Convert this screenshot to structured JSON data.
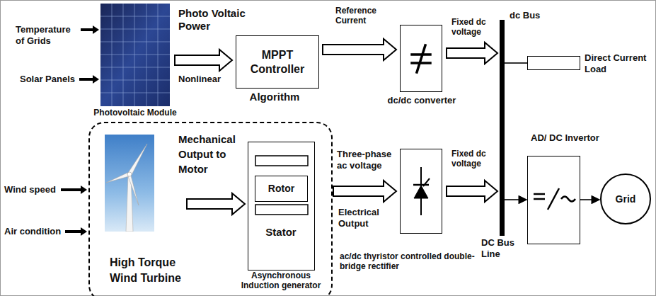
{
  "diagram": {
    "nodes": [
      {
        "text": [
          "Photovoltaic Module"
        ]
      },
      {
        "text": [
          "MPPT Controller",
          "Algorithm"
        ]
      },
      {
        "text": [
          "dc/dc converter"
        ]
      },
      {
        "text": [
          "dc Bus",
          "DC Bus Line"
        ]
      },
      {
        "text": [
          "Direct Current Load"
        ]
      },
      {
        "text": []
      },
      {
        "text": [
          "High Torque Wind Turbine"
        ],
        "in": 5
      },
      {
        "text": [
          "Stator",
          "Asynchronous Induction generator"
        ],
        "in": 5
      },
      {
        "text": [
          "Rotor"
        ],
        "in": 7
      },
      {
        "text": [
          "ac/dc thyristor controlled double-bridge rectifier"
        ]
      },
      {
        "text": [
          "AD/ DC Invertor"
        ]
      },
      {
        "text": [
          "Grid"
        ]
      }
    ],
    "edges": [
      {
        "from": 0,
        "to": 1,
        "arrow": "to",
        "label": "Photo Voltaic Power"
      },
      {
        "from": 1,
        "to": 2,
        "arrow": "to",
        "label": "Reference Current"
      },
      {
        "from": 2,
        "to": 3,
        "arrow": "to",
        "label": "Fixed dc voltage"
      },
      {
        "from": 3,
        "to": 4,
        "arrow": "none"
      },
      {
        "from": 6,
        "to": 7,
        "arrow": "to",
        "label": "Mechanical Output to Motor"
      },
      {
        "from": 7,
        "to": 9,
        "arrow": "to",
        "label": "Three-phase ac voltage"
      },
      {
        "from": 9,
        "to": 3,
        "arrow": "to",
        "label": "Fixed dc voltage"
      },
      {
        "from": 3,
        "to": 10,
        "arrow": "to"
      },
      {
        "from": 10,
        "to": 11,
        "arrow": "to"
      }
    ],
    "labels": [
      "Temperature of Grids",
      "Solar Panels",
      "Nonlinear",
      "Wind speed",
      "Electrical Output",
      "Air condition"
    ]
  }
}
